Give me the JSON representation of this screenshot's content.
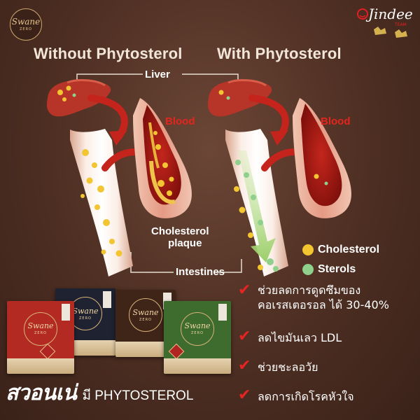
{
  "brand": {
    "logo_name": "Swane",
    "logo_sub": "ZERO"
  },
  "watermark": {
    "main": "Jindee",
    "sub": "TEAM"
  },
  "headings": {
    "left": "Without Phytosterol",
    "right": "With Phytosterol"
  },
  "labels": {
    "liver": "Liver",
    "blood_left": "Blood",
    "blood_right": "Blood",
    "plaque_line1": "Cholesterol",
    "plaque_line2": "plaque",
    "intestines": "Intestines"
  },
  "legend": [
    {
      "text": "Cholesterol",
      "color": "#f2c531",
      "icon": "cholesterol-dot-icon"
    },
    {
      "text": "Sterols",
      "color": "#8fd08c",
      "icon": "sterol-dot-icon"
    }
  ],
  "benefits": [
    {
      "line1": "ช่วยลดการดูดซึมของ",
      "line2": "คอเรสเตอรอล ได้ 30-40%"
    },
    {
      "line1": "ลดไขมันเลว  LDL",
      "line2": ""
    },
    {
      "line1": "ช่วยชะลอวัย",
      "line2": ""
    },
    {
      "line1": "ลดการเกิดโรคหัวใจ",
      "line2": ""
    }
  ],
  "product": {
    "name": "สวอนเน่",
    "tagline": "มี PHYTOSTEROL"
  },
  "boxes": [
    {
      "color": "#b32a23",
      "logo": "Swane",
      "sub": "ZERO"
    },
    {
      "color": "#1f2230",
      "logo": "Swane",
      "sub": "ZERO"
    },
    {
      "color": "#3f2418",
      "logo": "Swane",
      "sub": "ZERO"
    },
    {
      "color": "#3e6b2e",
      "logo": "Swane",
      "sub": "ZERO"
    }
  ],
  "colors": {
    "accent_red": "#e52423",
    "heading": "#f2e6d8",
    "background": "#4d2e22"
  }
}
